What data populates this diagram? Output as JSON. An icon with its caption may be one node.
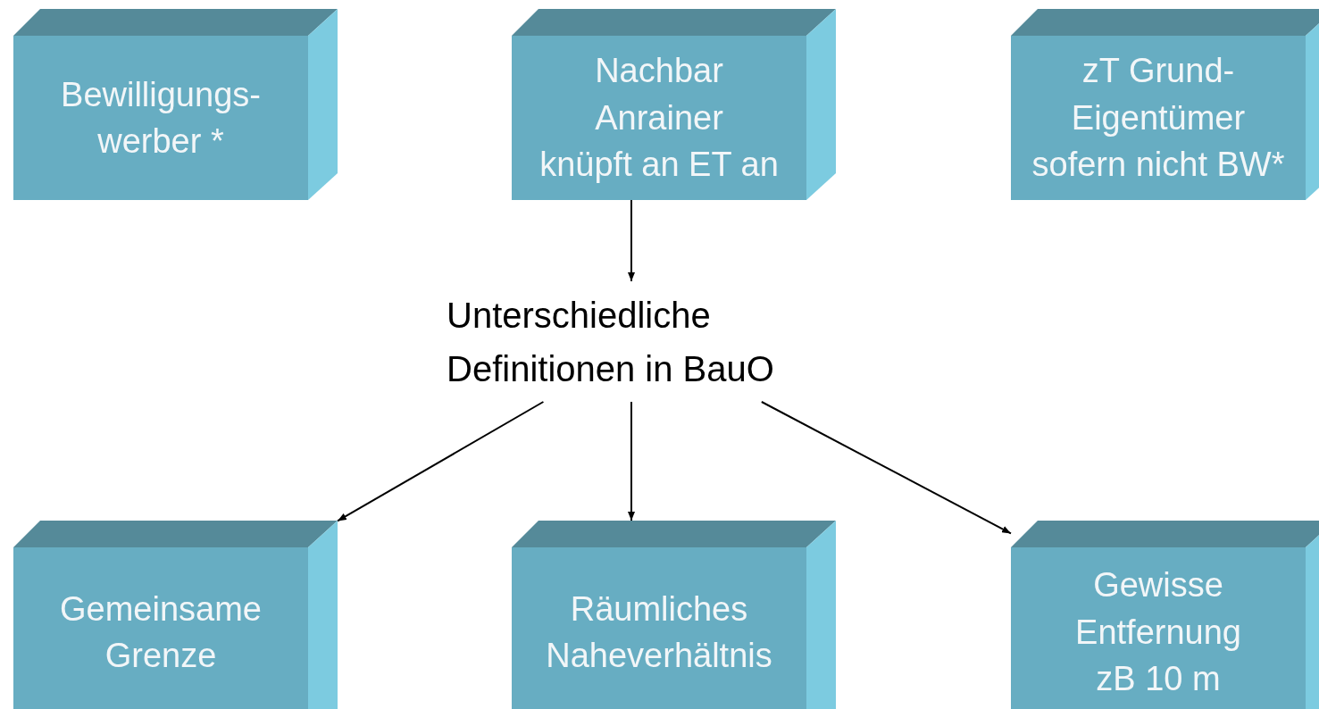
{
  "diagram": {
    "nodes": [
      {
        "text": [
          "Bewilligungs- werber *"
        ]
      },
      {
        "text": [
          "Nachbar",
          "Anrainer",
          "knüpft an ET an"
        ]
      },
      {
        "text": [
          "zT Grund- Eigentümer",
          "sofern nicht BW*"
        ]
      },
      {
        "text": [
          "Unterschiedliche Definitionen in BauO"
        ]
      },
      {
        "text": [
          "Gemeinsame Grenze"
        ]
      },
      {
        "text": [
          "Räumliches Naheverhältnis"
        ]
      },
      {
        "text": [
          "Gewisse Entfernung zB  10 m"
        ]
      }
    ],
    "edges": [
      {
        "from": 1,
        "to": 3,
        "arrow": "to"
      },
      {
        "from": 3,
        "to": 4,
        "arrow": "to"
      },
      {
        "from": 3,
        "to": 5,
        "arrow": "to"
      },
      {
        "from": 3,
        "to": 6,
        "arrow": "to"
      }
    ]
  }
}
